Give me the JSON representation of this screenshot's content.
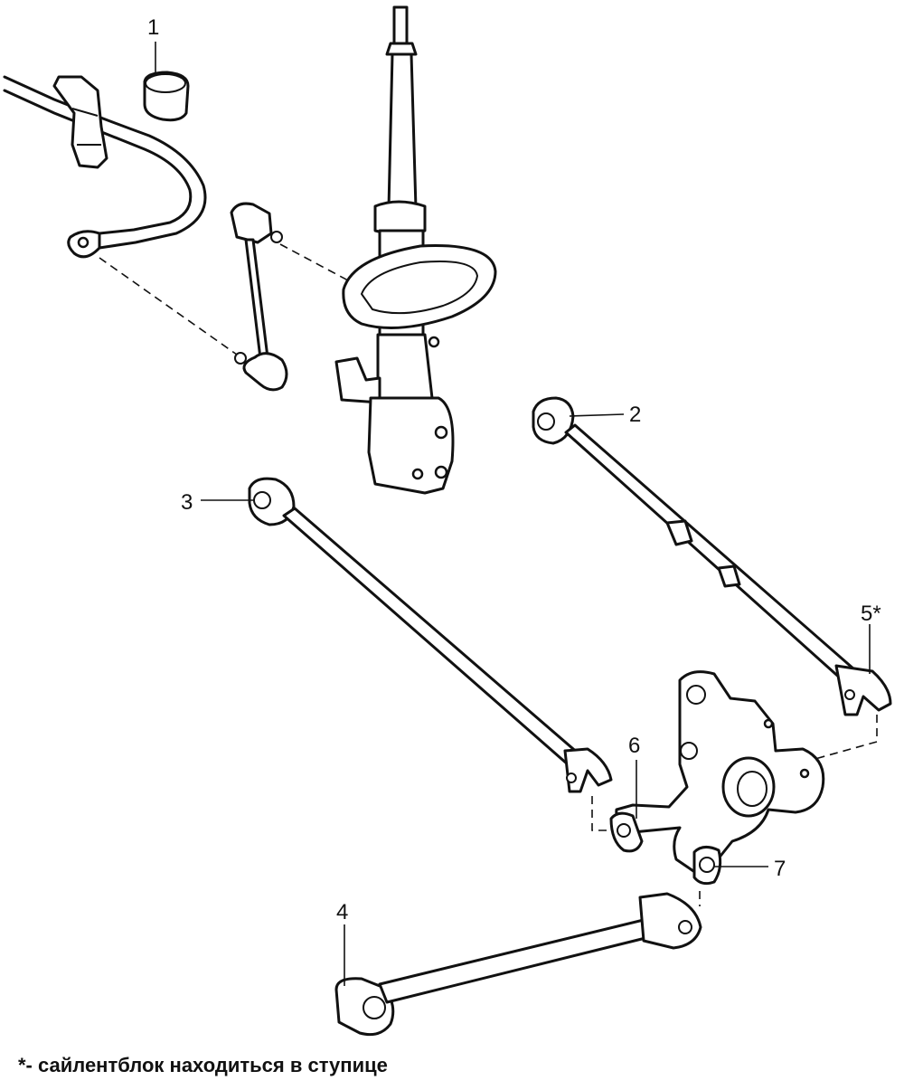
{
  "callouts": [
    {
      "id": "1",
      "label": "1"
    },
    {
      "id": "2",
      "label": "2"
    },
    {
      "id": "3",
      "label": "3"
    },
    {
      "id": "4",
      "label": "4"
    },
    {
      "id": "5",
      "label": "5*"
    },
    {
      "id": "6",
      "label": "6"
    },
    {
      "id": "7",
      "label": "7"
    }
  ],
  "footnote": "*- сайлентблок находиться в ступице"
}
